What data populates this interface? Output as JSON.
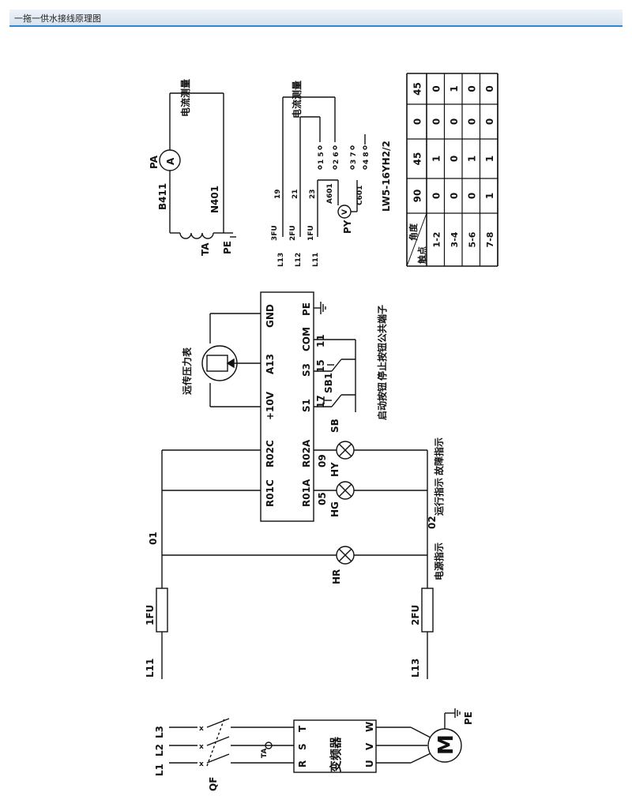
{
  "header": {
    "title": "一拖一供水接线原理图"
  },
  "motor_circuit": {
    "phases": [
      "L1",
      "L2",
      "L3"
    ],
    "breaker": "QF",
    "ct": "TA",
    "inverter_inputs": [
      "R",
      "S",
      "T"
    ],
    "inverter_name": "变频器",
    "inverter_outputs": [
      "U",
      "V",
      "W"
    ],
    "motor": "M",
    "pe": "PE"
  },
  "control_circuit": {
    "fuse1": "1FU",
    "fuse2": "2FU",
    "line_left": "L11",
    "line_right": "L13",
    "node_01": "01",
    "node_02": "02",
    "node_05": "05",
    "node_09": "09",
    "lamp_hr": "HR",
    "lamp_hg": "HG",
    "lamp_hy": "HY",
    "lamp_hr_desc": "电源指示",
    "lamp_hg_desc": "运行指示",
    "lamp_hy_desc": "故障指示",
    "terminals_left": [
      "R01C",
      "R02C",
      "+10V",
      "A13",
      "GND"
    ],
    "terminals_right": [
      "R01A",
      "R02A",
      "S1",
      "S3",
      "COM",
      "PE"
    ],
    "wire_17": "17",
    "wire_15": "15",
    "wire_11": "11",
    "sb": "SB",
    "sb1": "SB1",
    "start_desc": "启动按钮",
    "stop_desc": "停止按钮",
    "common_desc": "公共端子",
    "gauge_desc": "远传压力表"
  },
  "current_meter_a": {
    "title": "电流测量",
    "pa": "PA",
    "a": "A",
    "b411": "B411",
    "n401": "N401",
    "ta": "TA",
    "pe": "PE"
  },
  "current_meter_b": {
    "title": "电流测量",
    "fu3": "3FU",
    "fu2": "2FU",
    "fu1": "1FU",
    "l13": "L13",
    "l12": "L12",
    "l11": "L11",
    "w19": "19",
    "w21": "21",
    "w23": "23",
    "a601": "A601",
    "c601": "C601",
    "py": "PY",
    "v": "V",
    "c15": "1 5",
    "c26": "2 6",
    "c37": "3 7",
    "c48": "4 8",
    "switch_model": "LW5-16YH2/2"
  },
  "contact_table": {
    "corner_top": "角度",
    "corner_bottom": "触点",
    "angles": [
      "90",
      "45",
      "0",
      "45"
    ],
    "rows": [
      {
        "contact": "1-2",
        "values": [
          "0",
          "1",
          "0",
          "0"
        ]
      },
      {
        "contact": "3-4",
        "values": [
          "0",
          "0",
          "0",
          "1"
        ]
      },
      {
        "contact": "5-6",
        "values": [
          "0",
          "1",
          "0",
          "0"
        ]
      },
      {
        "contact": "7-8",
        "values": [
          "1",
          "1",
          "0",
          "0"
        ]
      }
    ]
  }
}
